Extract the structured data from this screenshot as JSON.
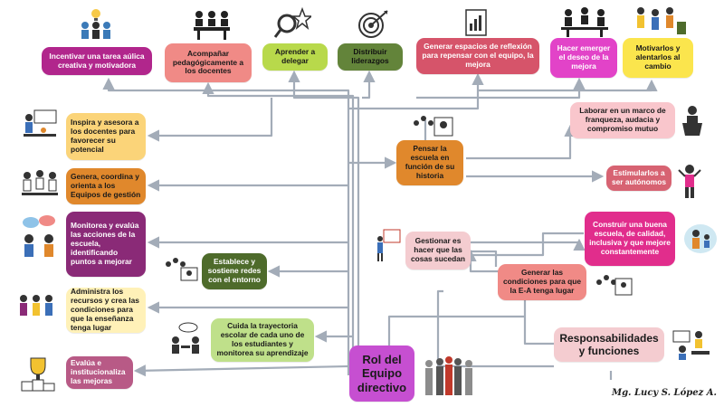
{
  "colors": {
    "purple": "#b1268c",
    "salmon": "#f08a86",
    "lime": "#b8d94b",
    "olive": "#63843a",
    "red": "#d6546a",
    "magenta": "#e243c8",
    "yellow": "#fbe54d",
    "peach": "#fbd479",
    "orange": "#e0882c",
    "pink": "#f9c6cc",
    "blush": "#f4ccd0",
    "rose": "#d76372",
    "fuchsia": "#e12d8c",
    "darkgreen": "#4e6b2b",
    "lightyellow": "#fff1b8",
    "lightgreen": "#bfe08a",
    "plum": "#b85a86",
    "violet": "#c64fd1",
    "line": "#a3acb8"
  },
  "nodes": {
    "incentivar": "Incentivar una tarea aúlica creativa y motivadora",
    "acompanar": "Acompañar pedagógicamente a los docentes",
    "aprender": "Aprender a delegar",
    "distribuir": "Distribuir liderazgos",
    "generar_espacios": "Generar espacios de reflexión para repensar con el equipo, la mejora",
    "hacer_emerger": "Hacer emerger el deseo de la mejora",
    "motivarlos": "Motivarlos y alentarlos al cambio",
    "inspira": "Inspira y asesora a los docentes para favorecer su potencial",
    "laborar": "Laborar en un marco de franqueza, audacia y compromiso mutuo",
    "pensar": "Pensar la escuela en función de su historia",
    "genera_coordina": "Genera, coordina y orienta a los Equipos de gestión",
    "estimularlos": "Estimularlos a ser autónomos",
    "monitorea": "Monitorea y evalúa las acciones de la escuela, identificando puntos a mejorar",
    "construir": "Construir una buena escuela, de calidad, inclusiva y que mejore constantemente",
    "gestionar": "Gestionar es hacer que las cosas sucedan",
    "establece": "Establece y sostiene redes con el entorno",
    "generar_condiciones": "Generar las condiciones para que la E-A tenga lugar",
    "administra": "Administra los recursos y crea las condiciones para que la enseñanza tenga lugar",
    "cuida": "Cuida la trayectoria escolar de cada uno de los estudiantes y monitorea su aprendizaje",
    "responsabilidades": "Responsabilidades y funciones",
    "evalua": "Evalúa e institucionaliza las mejoras",
    "rol": "Rol del Equipo directivo"
  },
  "author": "Mg. Lucy S. López A."
}
